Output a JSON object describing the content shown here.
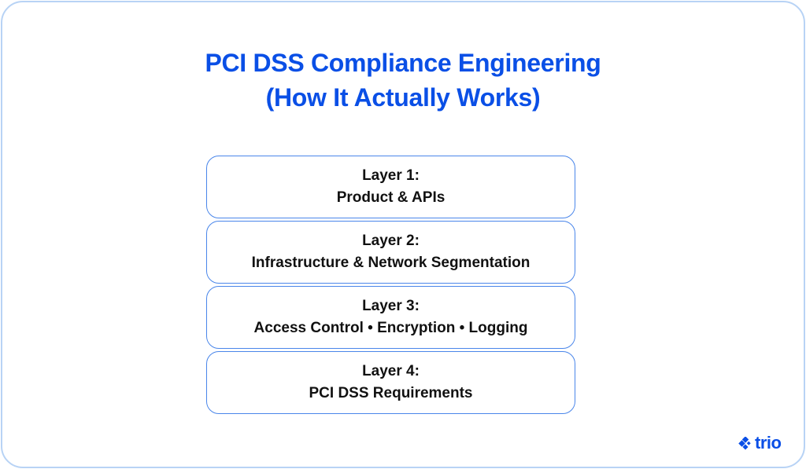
{
  "title": {
    "line1": "PCI DSS Compliance Engineering",
    "line2": "(How It Actually Works)"
  },
  "layers": [
    {
      "label": "Layer 1:",
      "description": "Product & APIs"
    },
    {
      "label": "Layer 2:",
      "description": "Infrastructure & Network Segmentation"
    },
    {
      "label": "Layer 3:",
      "description": "Access Control • Encryption • Logging"
    },
    {
      "label": "Layer 4:",
      "description": "PCI DSS Requirements"
    }
  ],
  "logo": {
    "text": "trio",
    "icon": "trio-logo-mark-icon"
  },
  "colors": {
    "accent": "#0a4fe6",
    "frame_border": "#b8d3f5",
    "layer_border": "#4a86ea",
    "text": "#111111"
  }
}
